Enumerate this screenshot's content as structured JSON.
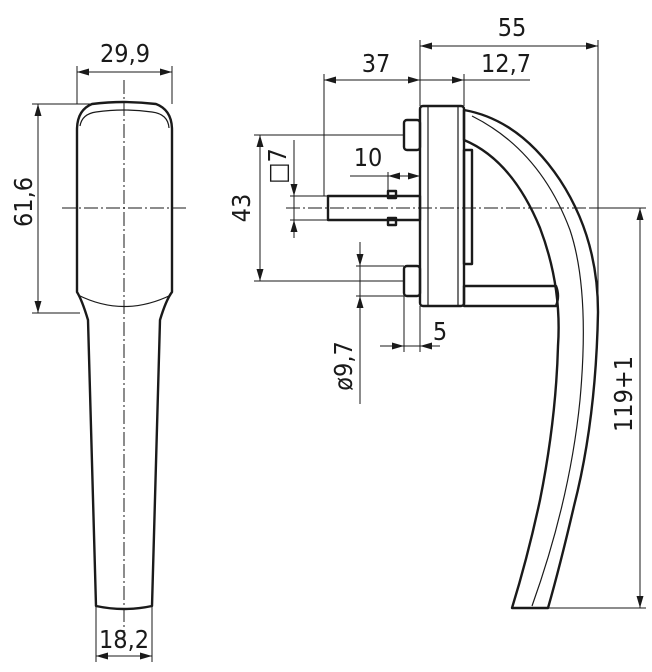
{
  "dimensions": {
    "front_width_top": "29,9",
    "front_height_grip": "61,6",
    "front_width_bottom": "18,2",
    "side_overall_width": "55",
    "side_pin_projection": "37",
    "side_base_width": "12,7",
    "side_screw_spacing": "43",
    "square_spindle": "□7",
    "spindle_length": "10",
    "screw_diameter": "ø9,7",
    "screw_depth": "5",
    "overall_height": "119+1"
  }
}
